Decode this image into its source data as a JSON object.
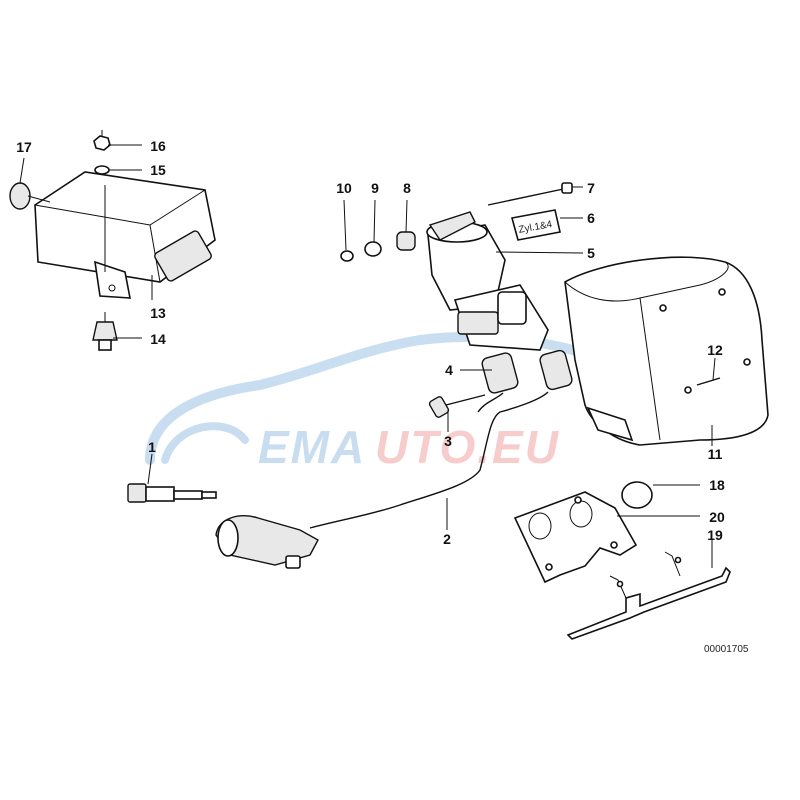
{
  "diagram": {
    "callouts": [
      "1",
      "2",
      "3",
      "4",
      "5",
      "6",
      "7",
      "8",
      "9",
      "10",
      "11",
      "12",
      "13",
      "14",
      "15",
      "16",
      "17",
      "18",
      "19",
      "20"
    ],
    "part_code": "00001705",
    "label_text": "Zyl.1&4",
    "watermark": {
      "text_part1": "EMA",
      "text_part2": "UTO.EU",
      "color_blue": "#9dc3e6",
      "color_red": "#f2a3a3"
    }
  }
}
